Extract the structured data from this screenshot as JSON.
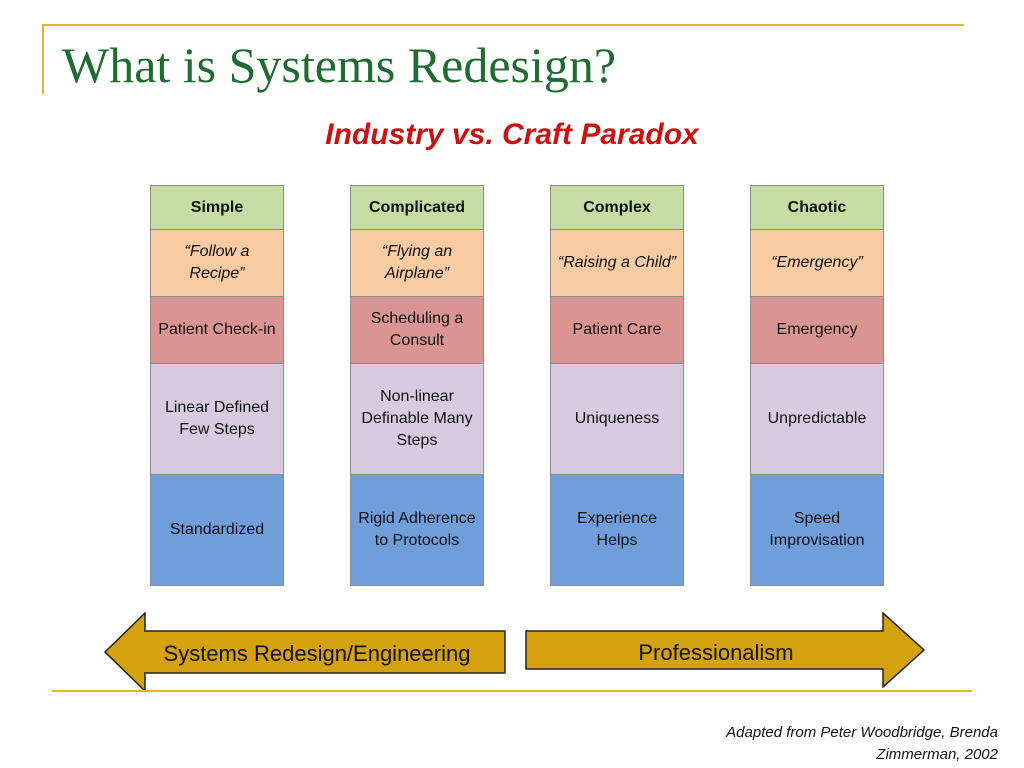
{
  "title": "What is Systems Redesign?",
  "subtitle": "Industry vs. Craft Paradox",
  "columns": [
    {
      "header": "Simple",
      "quote": "“Follow a Recipe”",
      "example": "Patient Check-in",
      "nature": "Linear Defined Few Steps",
      "approach": "Standardized"
    },
    {
      "header": "Complicated",
      "quote": "“Flying an Airplane”",
      "example": "Scheduling a Consult",
      "nature": "Non-linear Definable Many Steps",
      "approach": "Rigid Adherence to Protocols"
    },
    {
      "header": "Complex",
      "quote": "“Raising a Child”",
      "example": "Patient Care",
      "nature": "Uniqueness",
      "approach": "Experience Helps"
    },
    {
      "header": "Chaotic",
      "quote": "“Emergency”",
      "example": "Emergency",
      "nature": "Unpredictable",
      "approach": "Speed Improvisation"
    }
  ],
  "arrows": {
    "left_label": "Systems Redesign/Engineering",
    "right_label": "Professionalism"
  },
  "citation": "Adapted from  Peter Woodbridge, Brenda Zimmerman, 2002",
  "colors": {
    "title": "#1f6b32",
    "subtitle": "#cc1111",
    "frame": "#e0b532",
    "header_row": "#c6dca5",
    "quote_row": "#f9cba3",
    "example_row": "#da9593",
    "nature_row": "#d7cbdf",
    "approach_row": "#6f9edb",
    "arrow_fill": "#d4a20f"
  }
}
